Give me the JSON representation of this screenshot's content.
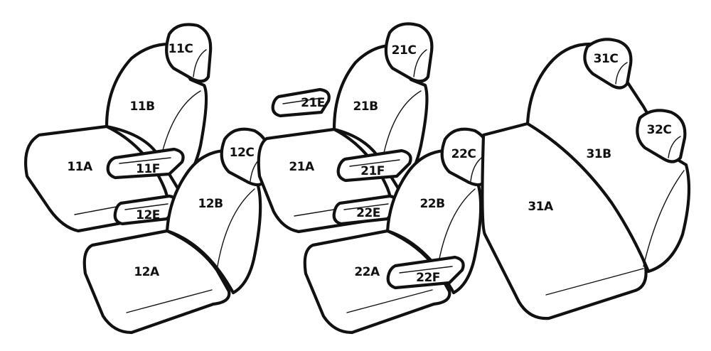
{
  "labels": {
    "l11C": "11C",
    "l11B": "11B",
    "l11A": "11A",
    "l11F": "11F",
    "l12C": "12C",
    "l12B": "12B",
    "l12A": "12A",
    "l12E": "12E",
    "l21C": "21C",
    "l21B": "21B",
    "l21A": "21A",
    "l21E": "21E",
    "l21F": "21F",
    "l22C": "22C",
    "l22B": "22B",
    "l22A": "22A",
    "l22E": "22E",
    "l22F": "22F",
    "l31C": "31C",
    "l32C": "32C",
    "l31B": "31B",
    "l31A": "31A"
  },
  "colors": {
    "outline": "#111111",
    "fill": "#ffffff"
  }
}
